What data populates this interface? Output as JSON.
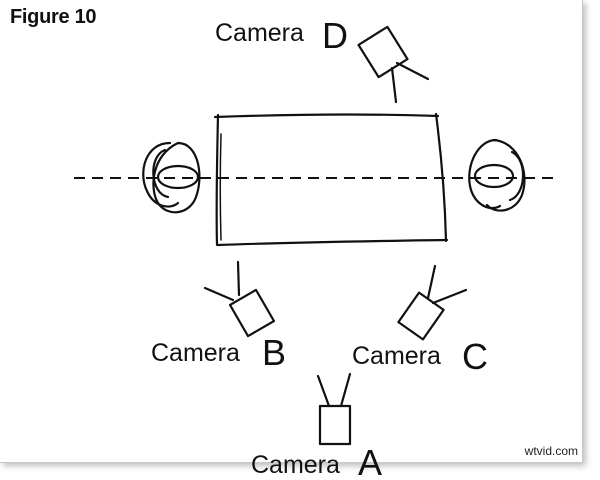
{
  "figure": {
    "title": "Figure 10"
  },
  "cameras": [
    {
      "id": "D",
      "label": "Camera",
      "letter": "D"
    },
    {
      "id": "B",
      "label": "Camera",
      "letter": "B"
    },
    {
      "id": "C",
      "label": "Camera",
      "letter": "C"
    },
    {
      "id": "A",
      "label": "Camera",
      "letter": "A"
    }
  ],
  "watermark": "wtvid.com",
  "colors": {
    "ink": "#111111",
    "background": "#ffffff",
    "frame_shadow": "#c8c8c8"
  }
}
